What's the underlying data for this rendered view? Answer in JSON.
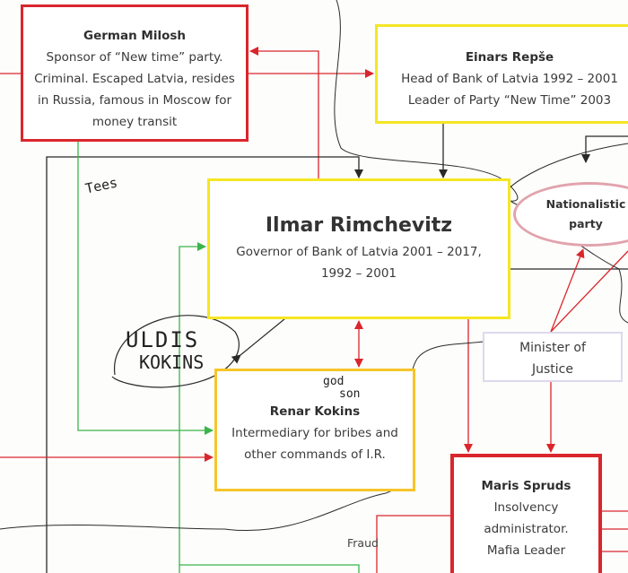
{
  "nodes": {
    "german": {
      "title": "German Milosh",
      "lines": [
        "Sponsor of “New time” party.",
        "Criminal. Escaped Latvia, resides",
        "in Russia, famous in Moscow for",
        "money transit"
      ]
    },
    "einars": {
      "title": "Einars Repše",
      "lines": [
        "Head of Bank of Latvia 1992 – 2001",
        "Leader of Party “New Time” 2003"
      ]
    },
    "ilmar": {
      "title": "Ilmar Rimchevitz",
      "lines": [
        "Governor of Bank of Latvia 2001 – 2017,",
        "1992 – 2001"
      ]
    },
    "nationalistic": {
      "lines": [
        "Nationalistic",
        "party"
      ]
    },
    "minister": {
      "lines": [
        "Minister of",
        "Justice"
      ]
    },
    "renar": {
      "title": "Renar Kokins",
      "lines": [
        "Intermediary for bribes and",
        "other commands of I.R."
      ]
    },
    "maris": {
      "title": "Maris Spruds",
      "lines": [
        "Insolvency",
        "administrator.",
        "Mafia Leader"
      ]
    }
  },
  "edge_labels": {
    "fraud": "Fraud"
  },
  "handwritten": {
    "tees": "Tees",
    "uldis": "ULDIS",
    "kokins": "KOKINS",
    "god": "god",
    "son": "son"
  },
  "colors": {
    "red": "#d9262c",
    "yellow": "#f5e623",
    "green": "#3bb54a",
    "black": "#2a2a2a",
    "pink": "#e1a3ad"
  }
}
